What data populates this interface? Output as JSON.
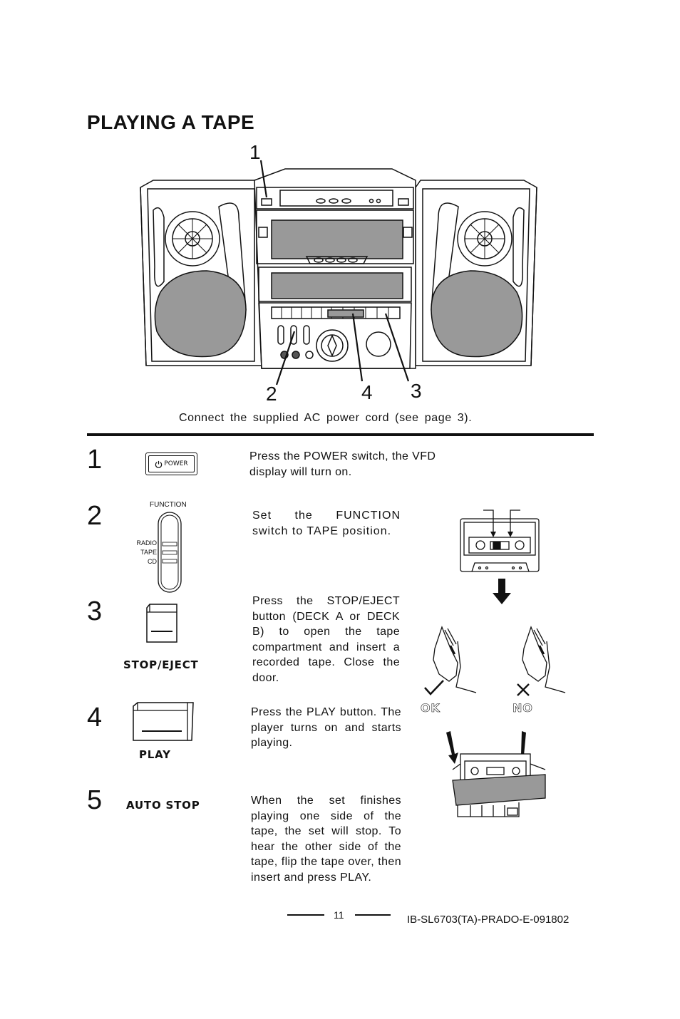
{
  "page": {
    "title": "PLAYING A TAPE",
    "caption": "Connect the supplied AC power cord (see page 3).",
    "callouts": [
      "1",
      "2",
      "4",
      "3"
    ]
  },
  "steps": [
    {
      "number": "1",
      "text": "Press the POWER switch, the VFD display will turn on.",
      "button_label": "POWER"
    },
    {
      "number": "2",
      "text": "Set the FUNCTION switch to TAPE position.",
      "function_label": "FUNCTION",
      "positions": [
        "RADIO",
        "TAPE",
        "CD"
      ]
    },
    {
      "number": "3",
      "text": "Press the STOP/EJECT button (DECK A or DECK B) to open the tape compartment and insert a recorded tape. Close the door.",
      "label": "STOP/EJECT"
    },
    {
      "number": "4",
      "text": "Press the PLAY button. The player turns on and starts playing.",
      "label": "PLAY"
    },
    {
      "number": "5",
      "text": "When the set finishes playing one side of the tape, the set will stop. To hear the other side of the tape, flip the tape over, then insert and press PLAY.",
      "label": "AUTO STOP"
    }
  ],
  "insert_diagram": {
    "ok_label": "OK",
    "no_label": "NO"
  },
  "footer": {
    "page_number": "11",
    "doc_code": "IB-SL6703(TA)-PRADO-E-091802"
  },
  "icons": [
    "power-icon",
    "check-icon",
    "cross-icon",
    "down-arrow-icon"
  ]
}
